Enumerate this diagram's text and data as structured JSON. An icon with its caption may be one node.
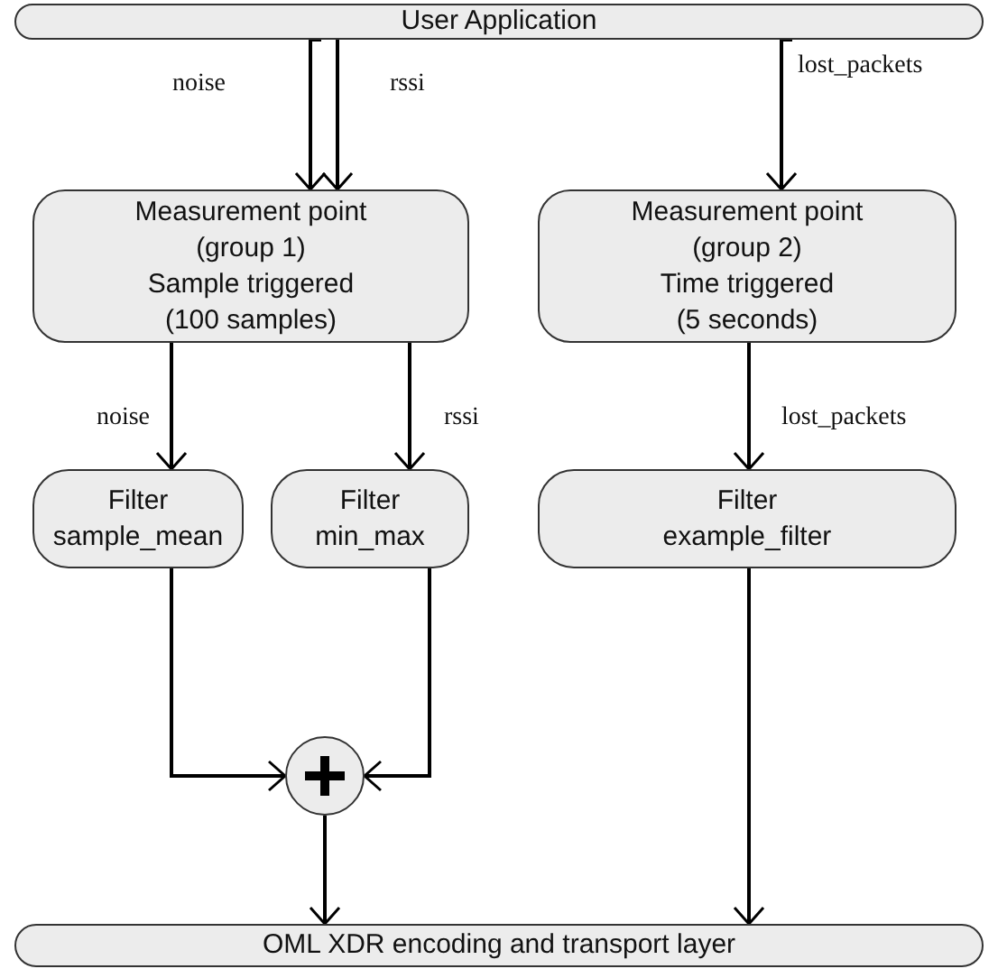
{
  "diagram": {
    "nodes": [
      {
        "text": [
          "User Application"
        ]
      },
      {
        "text": [
          "Measurement point",
          "(group 1)",
          "Sample triggered",
          "(100 samples)"
        ]
      },
      {
        "text": [
          "Measurement point",
          "(group 2)",
          "Time triggered",
          "(5 seconds)"
        ]
      },
      {
        "text": [
          "Filter",
          "sample_mean"
        ]
      },
      {
        "text": [
          "Filter",
          "min_max"
        ]
      },
      {
        "text": [
          "Filter",
          "example_filter"
        ]
      },
      {
        "text": [],
        "shape": "circle"
      },
      {
        "text": [
          "OML XDR encoding and transport layer"
        ]
      }
    ],
    "edges": [
      {
        "from": 0,
        "to": 1,
        "arrow": "to",
        "label": "noise"
      },
      {
        "from": 0,
        "to": 1,
        "arrow": "to",
        "label": "rssi"
      },
      {
        "from": 0,
        "to": 2,
        "arrow": "to",
        "label": "lost_packets"
      },
      {
        "from": 1,
        "to": 3,
        "arrow": "to",
        "label": "noise"
      },
      {
        "from": 1,
        "to": 4,
        "arrow": "to",
        "label": "rssi"
      },
      {
        "from": 2,
        "to": 5,
        "arrow": "to",
        "label": "lost_packets"
      },
      {
        "from": 3,
        "to": 6,
        "arrow": "to"
      },
      {
        "from": 4,
        "to": 6,
        "arrow": "to"
      },
      {
        "from": 6,
        "to": 7,
        "arrow": "to"
      },
      {
        "from": 5,
        "to": 7,
        "arrow": "to"
      }
    ]
  }
}
